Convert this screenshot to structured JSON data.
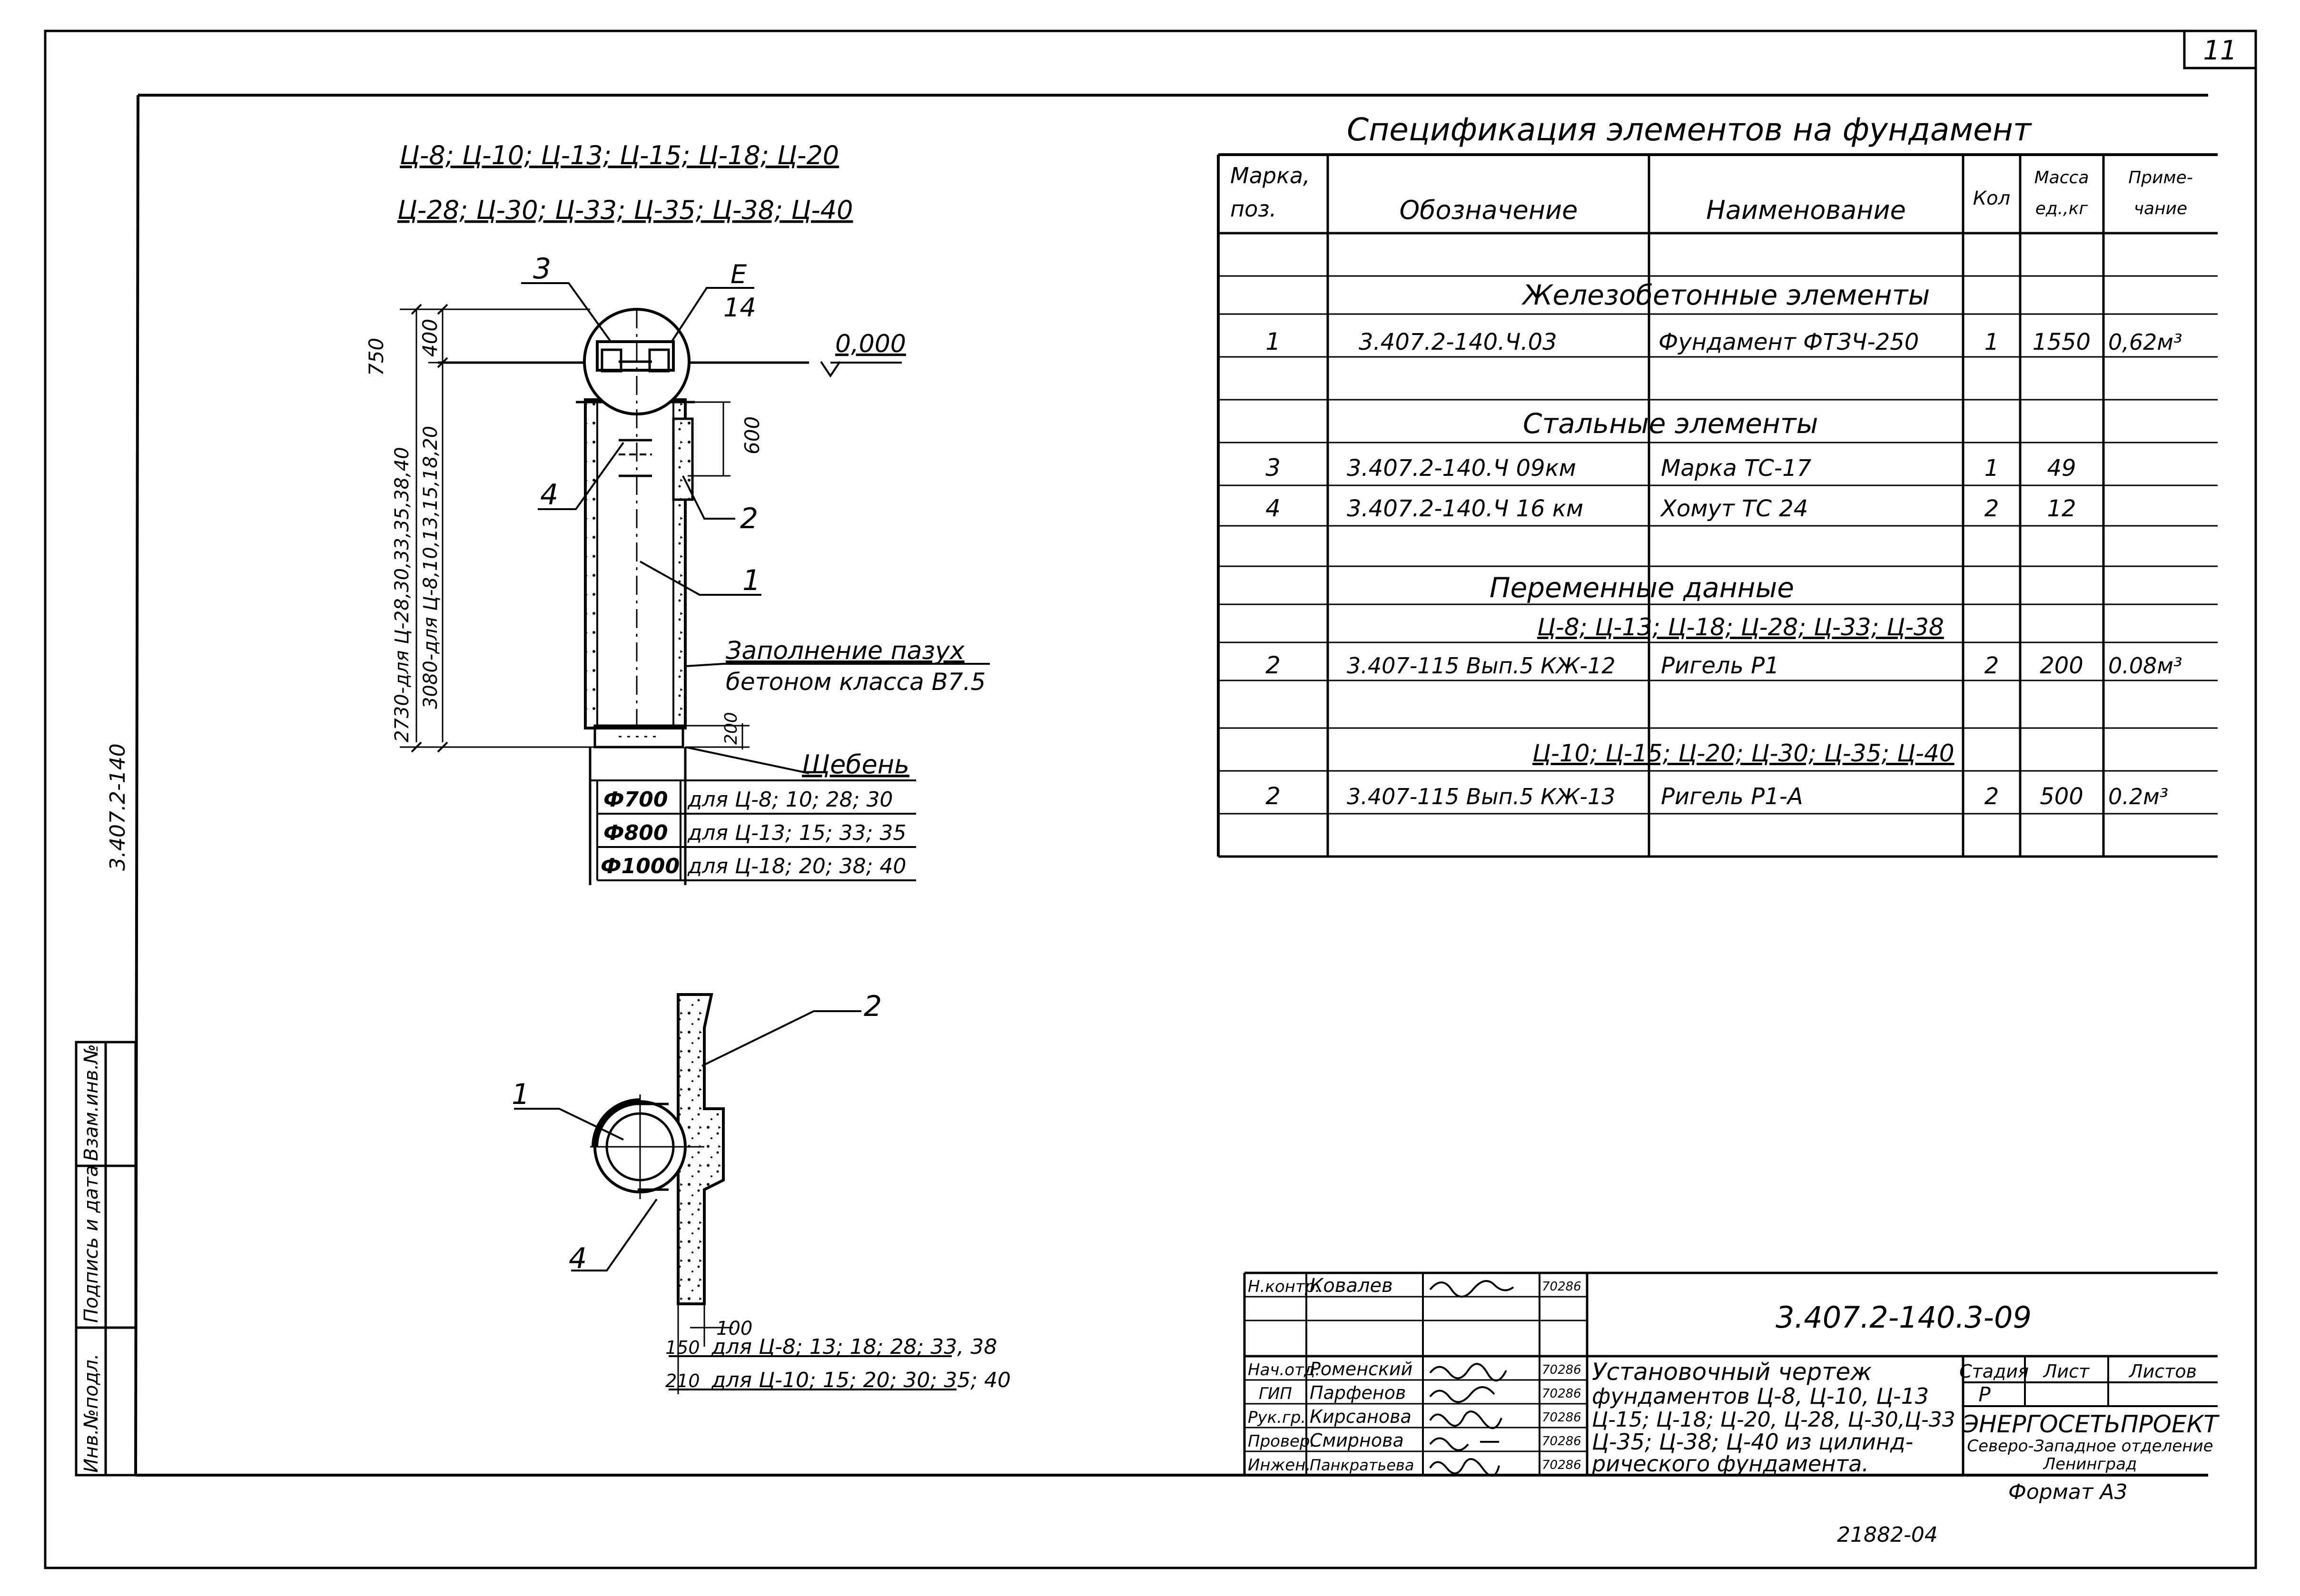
{
  "sheet": {
    "page_number": "11",
    "side_code": "3.407.2-140",
    "archive_number": "21882-04",
    "format": "Формат А3"
  },
  "left_stamp": [
    "Инв.№подл.",
    "Подпись и дата",
    "Взам.инв.№"
  ],
  "drawing": {
    "marks_line1": "Ц-8; Ц-10; Ц-13; Ц-15; Ц-18; Ц-20",
    "marks_line2": "Ц-28; Ц-30; Ц-33; Ц-35; Ц-38; Ц-40",
    "callout_e": "Е",
    "callout_14": "14",
    "level": "0,000",
    "dims": {
      "d750": "750",
      "d400": "400",
      "d600": "600",
      "d200": "200",
      "d100": "100",
      "d150": "150",
      "d210": "210"
    },
    "dim_2730": "2730-для Ц-28,30,33,35,38,40",
    "dim_3080": "3080-для Ц-8,10,13,15,18,20",
    "fill_line1": "Заполнение пазух",
    "fill_line2": "бетоном класса В7.5",
    "gravel": "Щебень",
    "positions": {
      "p1": "1",
      "p2": "2",
      "p3": "3",
      "p4": "4"
    },
    "diameters": [
      {
        "dia": "Ф700",
        "note": "для Ц-8; 10; 28; 30"
      },
      {
        "dia": "Ф800",
        "note": "для Ц-13; 15; 33; 35"
      },
      {
        "dia": "Ф1000",
        "note": "для Ц-18; 20; 38; 40"
      }
    ],
    "plan_note1": "для Ц-8; 13; 18; 28; 33, 38",
    "plan_note2": "для Ц-10; 15; 20; 30; 35; 40"
  },
  "spec": {
    "title": "Спецификация элементов на фундамент",
    "headers": {
      "mark_1": "Марка,",
      "mark_2": "поз.",
      "designation": "Обозначение",
      "name": "Наименование",
      "qty": "Кол",
      "mass_1": "Масса",
      "mass_2": "ед.,кг",
      "note_1": "Приме-",
      "note_2": "чание"
    },
    "sections": {
      "s1": "Железобетонные элементы",
      "s2": "Стальные элементы",
      "s3": "Переменные данные",
      "s3a": "Ц-8; Ц-13; Ц-18; Ц-28; Ц-33; Ц-38",
      "s3b": "Ц-10; Ц-15; Ц-20; Ц-30; Ц-35; Ц-40"
    },
    "rows": {
      "r1": {
        "mark": "1",
        "designation": "3.407.2-140.Ч.03",
        "name": "Фундамент ФТЗЧ-250",
        "qty": "1",
        "mass": "1550",
        "note": "0,62м³"
      },
      "r2": {
        "mark": "3",
        "designation": "3.407.2-140.Ч 09км",
        "name": "Марка ТС-17",
        "qty": "1",
        "mass": "49",
        "note": ""
      },
      "r3": {
        "mark": "4",
        "designation": "3.407.2-140.Ч 16 км",
        "name": "Хомут ТС 24",
        "qty": "2",
        "mass": "12",
        "note": ""
      },
      "r4": {
        "mark": "2",
        "designation": "3.407-115 Вып.5 КЖ-12",
        "name": "Ригель Р1",
        "qty": "2",
        "mass": "200",
        "note": "0.08м³"
      },
      "r5": {
        "mark": "2",
        "designation": "3.407-115 Вып.5 КЖ-13",
        "name": "Ригель Р1-А",
        "qty": "2",
        "mass": "500",
        "note": "0.2м³"
      }
    }
  },
  "title_block": {
    "code": "3.407.2-140.3-09",
    "title_1": "Установочный чертеж",
    "title_2": "фундаментов Ц-8, Ц-10, Ц-13",
    "title_3": "Ц-15; Ц-18; Ц-20, Ц-28, Ц-30,Ц-33",
    "title_4": "Ц-35; Ц-38; Ц-40 из цилинд-",
    "title_5": "рического фундамента.",
    "stage_label": "Стадия",
    "sheet_label": "Лист",
    "sheets_label": "Листов",
    "stage_value": "Р",
    "org_1": "ЭНЕРГОСЕТЬПРОЕКТ",
    "org_2": "Северо-Западное отделение",
    "org_3": "Ленинград",
    "people": [
      {
        "role": "Н.контр.",
        "name": "Ковалев",
        "date": "70286"
      },
      {
        "role": "Нач.отд.",
        "name": "Роменский",
        "date": "70286"
      },
      {
        "role": "ГИП",
        "name": "Парфенов",
        "date": "70286"
      },
      {
        "role": "Рук.гр.",
        "name": "Кирсанова",
        "date": "70286"
      },
      {
        "role": "Провер.",
        "name": "Смирнова",
        "date": "70286"
      },
      {
        "role": "Инжен.",
        "name": "Панкратьева",
        "date": "70286"
      }
    ]
  }
}
